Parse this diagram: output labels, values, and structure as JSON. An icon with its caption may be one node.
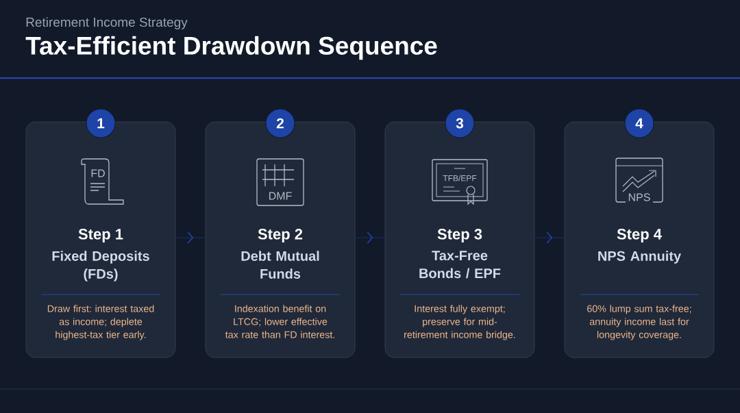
{
  "diagram": {
    "title": "Tax-Efficient Drawdown Sequence",
    "nodes": [
      {
        "text": [
          "1"
        ]
      },
      {
        "text": [
          "FD",
          "Step 1",
          "Fixed Deposits (FDs)",
          "Draw first: interest taxed as income; deplete highest-tax tier early."
        ]
      },
      {
        "text": [
          "2"
        ]
      },
      {
        "text": [
          "DMF",
          "Step 2",
          "Debt Mutual Funds",
          "Indexation benefit on LTCG; lower effective tax rate than FD interest."
        ]
      },
      {
        "text": [
          "3"
        ]
      },
      {
        "text": [
          "TFB/EPF",
          "Step 3",
          "Tax-Free Bonds / EPF",
          "Interest fully exempt; preserve for mid-retirement income bridge."
        ]
      },
      {
        "text": [
          "4"
        ]
      },
      {
        "text": [
          "NPS",
          "Step 4",
          "NPS Annuity",
          "60% lump sum tax-free; annuity income last for longevity coverage."
        ]
      }
    ],
    "edges": [
      {
        "from": 1,
        "to": 3,
        "arrow": "to"
      },
      {
        "from": 3,
        "to": 5,
        "arrow": "to"
      },
      {
        "from": 5,
        "to": 7,
        "arrow": "to"
      }
    ],
    "labels": [
      "Retirement Income Strategy"
    ]
  }
}
